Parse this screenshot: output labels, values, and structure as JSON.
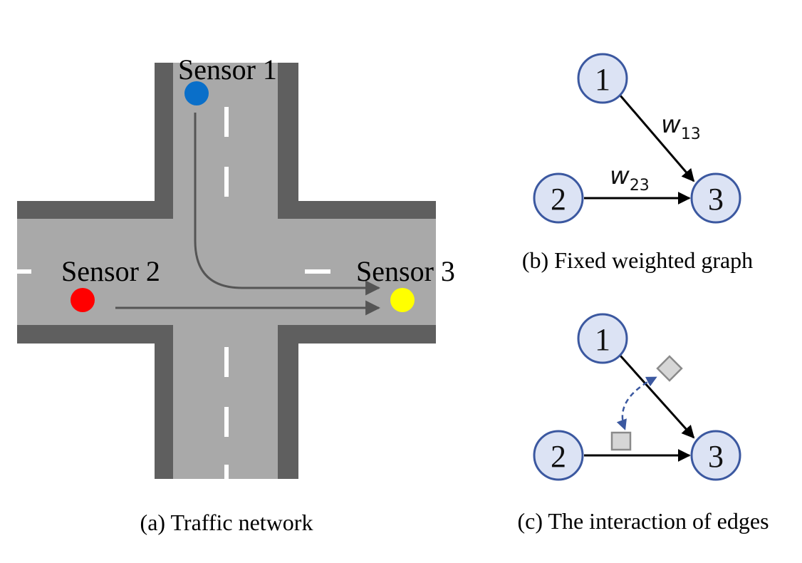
{
  "panel_a": {
    "caption": "(a) Traffic network",
    "sensors": [
      {
        "label": "Sensor 1",
        "color": "#0a6fc9"
      },
      {
        "label": "Sensor 2",
        "color": "#ff0000"
      },
      {
        "label": "Sensor 3",
        "color": "#ffff00"
      }
    ],
    "colors": {
      "asphalt": "#a9a9a9",
      "curb": "#5f5f5f",
      "lane_mark": "#ffffff",
      "flow_arrow": "#555555"
    }
  },
  "panel_b": {
    "caption": "(b) Fixed weighted graph",
    "nodes": [
      "1",
      "2",
      "3"
    ],
    "weights": [
      {
        "base": "w",
        "sub": "13"
      },
      {
        "base": "w",
        "sub": "23"
      }
    ]
  },
  "panel_c": {
    "caption": "(c) The interaction of edges",
    "nodes": [
      "1",
      "2",
      "3"
    ]
  },
  "colors": {
    "node_fill": "#dce3f4",
    "node_stroke": "#3b58a0",
    "edge": "#000000",
    "interaction": "#3b58a0",
    "marker_fill": "#d6d6d6",
    "marker_stroke": "#8a8a8a"
  }
}
